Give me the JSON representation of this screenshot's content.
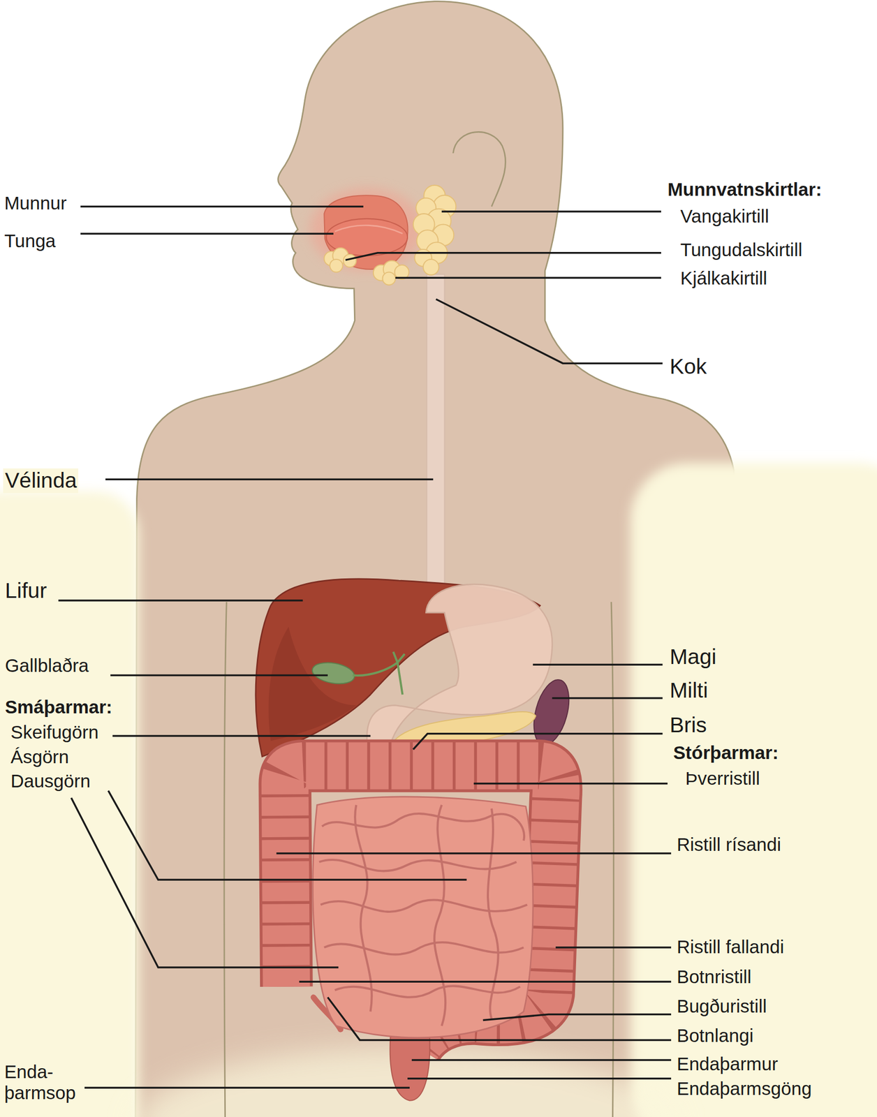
{
  "diagram": {
    "labels": [
      "Munnur",
      "Tunga",
      "Munnvatnskirtlar:",
      "Vangakirtill",
      "Tungudalskirtill",
      "Kjálkakirtill",
      "Kok",
      "Vélinda",
      "Lifur",
      "Gallblaðra",
      "Smáþarmar:",
      "Skeifugörn",
      "Ásgörn",
      "Dausgörn",
      "Magi",
      "Milti",
      "Bris",
      "Stórþarmar:",
      "Þverristill",
      "Ristill rísandi",
      "Ristill fallandi",
      "Botnristill",
      "Bugðuristill",
      "Botnlangi",
      "Endaþarmur",
      "Endaþarmsgöng",
      "Enda- þarmsop"
    ]
  }
}
